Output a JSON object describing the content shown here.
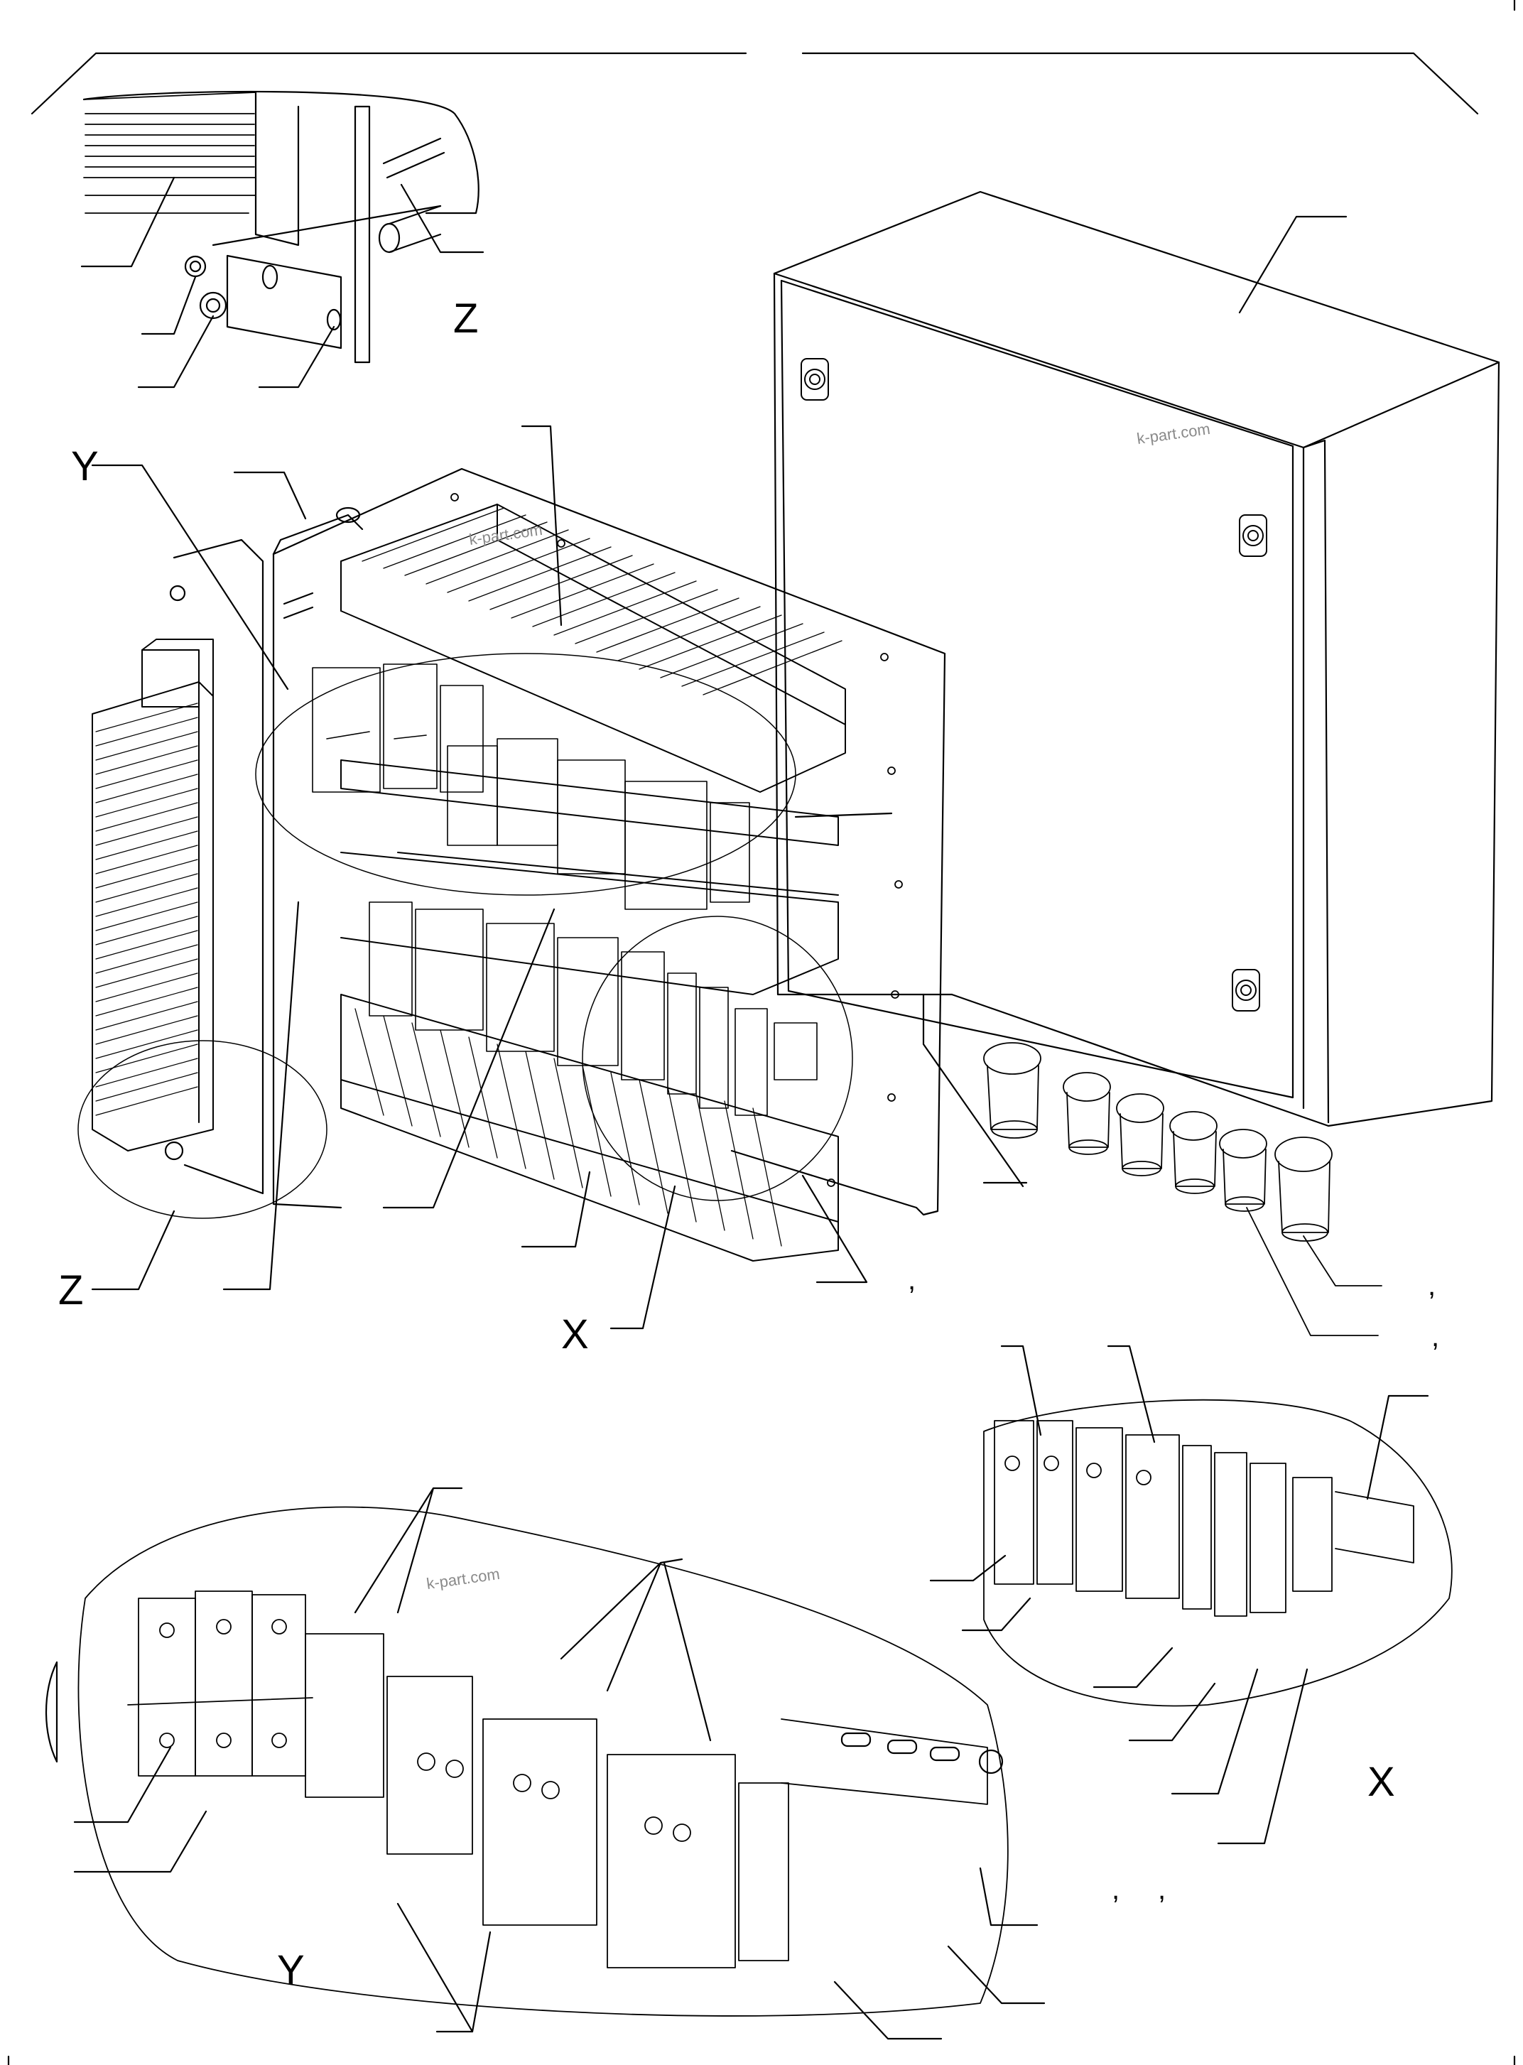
{
  "labels": {
    "z_detail_title": "Z",
    "z_main": "Z",
    "y_main": "Y",
    "y_detail_title": "Y",
    "x_main": "X",
    "x_detail_title": "X",
    "comma1": ",",
    "comma2": ",",
    "comma3": ",",
    "comma4": ",",
    "comma5": ","
  },
  "watermark": "k-part.com",
  "colors": {
    "ink": "#000000",
    "paper": "#ffffff",
    "watermark": "#8a8a8a"
  }
}
